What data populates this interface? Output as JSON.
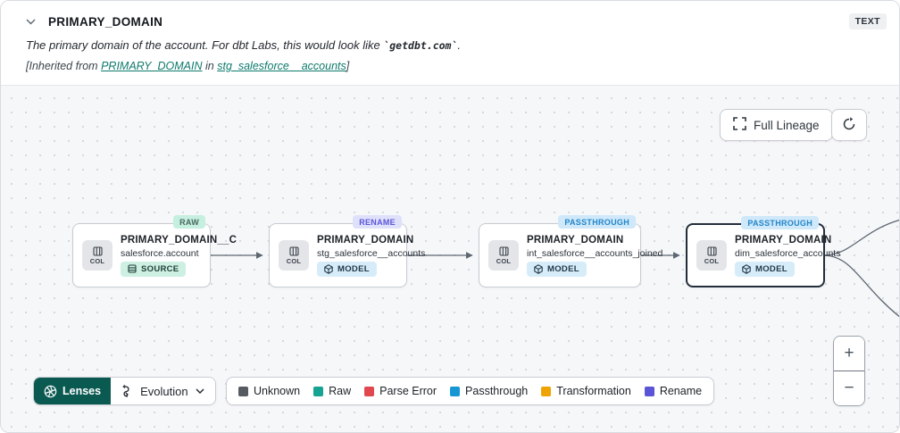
{
  "header": {
    "title": "PRIMARY_DOMAIN",
    "type_badge": "TEXT",
    "description_prefix": "The primary domain of the account. For dbt Labs, this would look like ",
    "description_code": "`getdbt.com`",
    "description_suffix": ".",
    "inherited_prefix": "[Inherited from ",
    "inherited_column_link": "PRIMARY_DOMAIN",
    "inherited_mid": " in ",
    "inherited_model_link": "stg_salesforce__accounts",
    "inherited_suffix": "]"
  },
  "toolbar": {
    "full_lineage_label": "Full Lineage"
  },
  "nodes": [
    {
      "tag": "RAW",
      "title": "PRIMARY_DOMAIN__C",
      "subtitle": "salesforce.account",
      "col_label": "COL",
      "resource_badge": "SOURCE",
      "selected": false
    },
    {
      "tag": "RENAME",
      "title": "PRIMARY_DOMAIN",
      "subtitle": "stg_salesforce__accounts",
      "col_label": "COL",
      "resource_badge": "MODEL",
      "selected": false
    },
    {
      "tag": "PASSTHROUGH",
      "title": "PRIMARY_DOMAIN",
      "subtitle": "int_salesforce__accounts_joined",
      "col_label": "COL",
      "resource_badge": "MODEL",
      "selected": false
    },
    {
      "tag": "PASSTHROUGH",
      "title": "PRIMARY_DOMAIN",
      "subtitle": "dim_salesforce_accounts",
      "col_label": "COL",
      "resource_badge": "MODEL",
      "selected": true
    }
  ],
  "lenses": {
    "button_label": "Lenses",
    "dropdown_label": "Evolution"
  },
  "legend": {
    "items": [
      {
        "label": "Unknown",
        "color": "#565b61"
      },
      {
        "label": "Raw",
        "color": "#17a392"
      },
      {
        "label": "Parse Error",
        "color": "#e0474f"
      },
      {
        "label": "Passthrough",
        "color": "#1697d3"
      },
      {
        "label": "Transformation",
        "color": "#efa303"
      },
      {
        "label": "Rename",
        "color": "#5a54d6"
      }
    ]
  },
  "zoom_controls": {
    "zoom_in": "+",
    "zoom_out": "−"
  },
  "colors": {
    "canvas_bg": "#f6f7f9",
    "edge": "#5d6772",
    "selected_node_border": "#232e3b",
    "lenses_button_bg": "#0b5a52",
    "link": "#0e7a6c"
  }
}
